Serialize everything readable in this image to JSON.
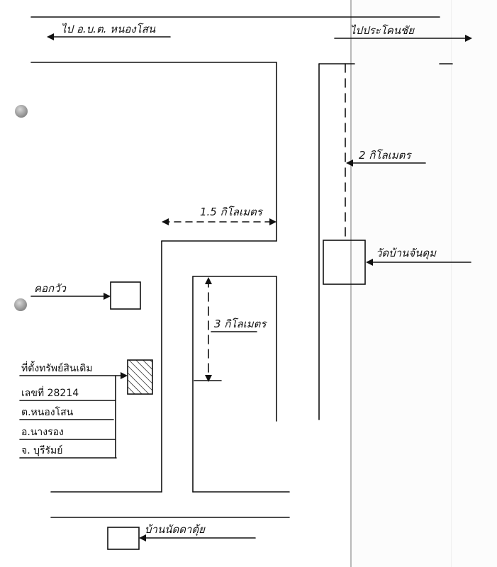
{
  "labels": {
    "to_nong_ki": "ไป อ.บ.ต. หนองโสน",
    "to_prakhon_chai": "ไปประโคนชัย",
    "dist_2km": "2 กิโลเมตร",
    "dist_1_5km": "1.5 กิโลเมตร",
    "wat": "วัดบ้านจันดุม",
    "cowshed": "คอกวัว",
    "dist_3km": "3 กิโลเมตร",
    "house": "บ้านนัดดาตุ้ย"
  },
  "address": {
    "line1": "ที่ตั้งทรัพย์สินเดิม",
    "line2": "เลขที่ 28214",
    "line3": "ต.หนองโสน",
    "line4": "อ.นางรอง",
    "line5": "จ. บุรีรัมย์"
  },
  "colors": {
    "ink": "#111111",
    "paper": "#ffffff",
    "hole": "#8a8a8a",
    "shadow": "#b9b9b9"
  }
}
